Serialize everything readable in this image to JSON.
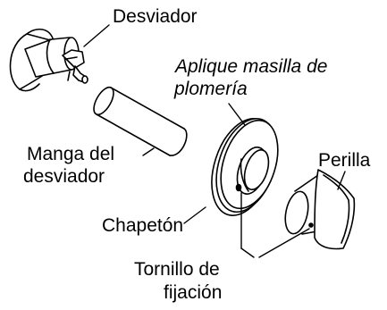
{
  "labels": {
    "desviador": "Desviador",
    "aplique_line1": "Aplique masilla de",
    "aplique_line2": "plomería",
    "manga_line1": "Manga del",
    "manga_line2": "desviador",
    "perilla": "Perilla",
    "chapeton": "Chapetón",
    "tornillo_line1": "Tornillo de",
    "tornillo_line2": "fijación"
  },
  "parts": [
    "diverter-icon",
    "diverter-sleeve-icon",
    "escutcheon-icon",
    "knob-icon",
    "set-screw-icon"
  ]
}
